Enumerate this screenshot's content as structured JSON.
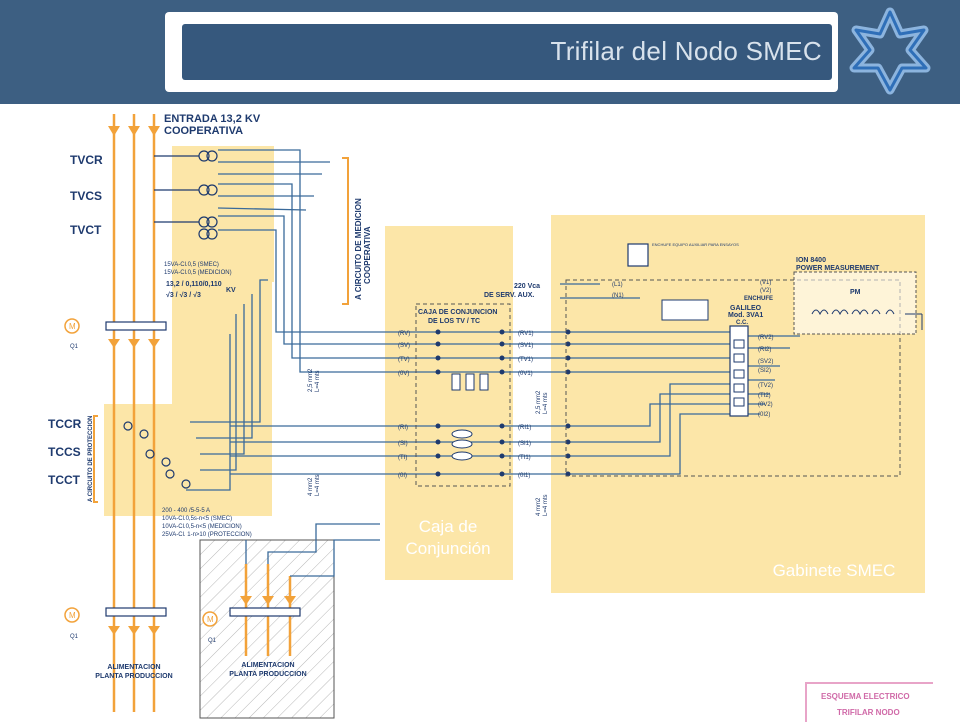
{
  "header": {
    "title": "Trifilar del Nodo SMEC"
  },
  "colors": {
    "header_bg": "#3d5f82",
    "title_bar": "#36587d",
    "panel_yellow": "#fce6a8",
    "wire_blue": "#3a6a9a",
    "wire_orange": "#f2a23a",
    "label_navy": "#1e3a6e",
    "legend_pink": "#d06aa8"
  },
  "diagram": {
    "entrada": "ENTRADA 13,2 KV",
    "cooperativa": "COOPERATIVA",
    "tvcr": "TVCR",
    "tvcs": "TVCS",
    "tvct": "TVCT",
    "tccr": "TCCR",
    "tccs": "TCCS",
    "tcct": "TCCT",
    "medicion_vertical_1": "A CIRCUITO DE MEDICION",
    "medicion_vertical_2": "COOPERATIVA",
    "proteccion_vertical": "A CIRCUITO DE PROTECCION",
    "spec_tv_1": "15VA-Cl.0,5 (SMEC)",
    "spec_tv_2": "15VA-Cl.0,5 (MEDICION)",
    "spec_tv_3": "13,2 / 0,110/0,110",
    "spec_tv_4": "√3 / √3 / √3",
    "spec_tv_kv": "KV",
    "spec_tc_1": "200 - 400 /5-5-5 A",
    "spec_tc_2": "10VA-Cl.0,5s-n<5 (SMEC)",
    "spec_tc_3": "10VA-Cl.0,5-n<5 (MEDICION)",
    "spec_tc_4": "25VA-Cl. 1-n>10 (PROTECCION)",
    "motor": "M",
    "q1": "Q1",
    "cable_1": "2,5 mm2",
    "cable_1b": "L=4 mts",
    "cable_2": "4 mm2",
    "cable_2b": "L=4 mts",
    "caja_title_1": "CAJA DE CONJUNCION",
    "caja_title_2": "DE LOS TV / TC",
    "caja_label_1": "Caja de",
    "caja_label_2": "Conjunción",
    "caja_left": [
      "(RV)",
      "(SV)",
      "(TV)",
      "(0V)",
      "(RI)",
      "(SI)",
      "(TI)",
      "(0I)"
    ],
    "caja_right": [
      "(RV1)",
      "(SV1)",
      "(TV1)",
      "(0V1)",
      "(RI1)",
      "(SI1)",
      "(TI1)",
      "(0I1)"
    ],
    "serv_aux_1": "220 Vca",
    "serv_aux_2": "DE SERV. AUX.",
    "l1": "(L1)",
    "n1": "(N1)",
    "enchufe_equipo": "ENCHUFE EQUIPO AUXILIAR PARA ENSAYOS",
    "galileo_1": "GALILEO",
    "galileo_2": "Mod. 3VA1",
    "galileo_3": "C.C.",
    "enchufe": "ENCHUFE",
    "ion_1": "ION 8400",
    "ion_2": "POWER MEASUREMENT",
    "pm": "PM",
    "gab_right": [
      "(RV2)",
      "(RI2)",
      "(SV2)",
      "(SI2)",
      "(TV2)",
      "(TI2)",
      "(0V2)",
      "(0I2)"
    ],
    "ion_terms": [
      "(V1)",
      "(V2)"
    ],
    "gabinete_label": "Gabinete SMEC",
    "alim_1": "ALIMENTACION",
    "alim_2": "PLANTA PRODUCCION",
    "legend_1": "ESQUEMA ELECTRICO",
    "legend_2": "TRIFILAR NODO"
  }
}
